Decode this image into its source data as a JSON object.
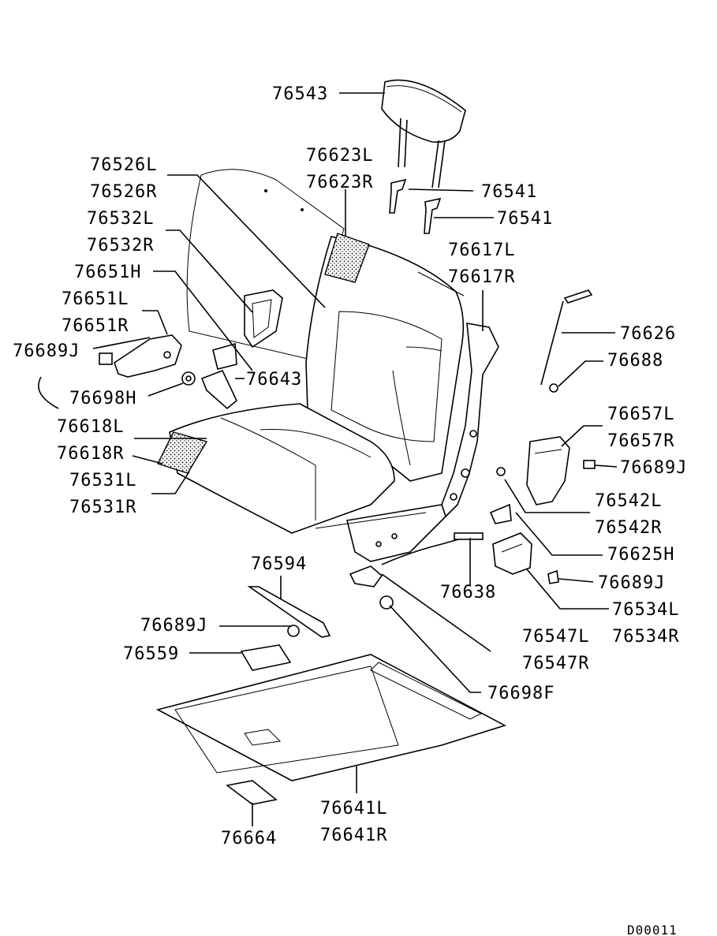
{
  "diagram": {
    "code": "D00011",
    "parts": [
      {
        "id": "p01",
        "label": "76543"
      },
      {
        "id": "p02",
        "label": "76623L"
      },
      {
        "id": "p03",
        "label": "76623R"
      },
      {
        "id": "p04",
        "label": "76541"
      },
      {
        "id": "p05",
        "label": "76541"
      },
      {
        "id": "p06",
        "label": "76526L"
      },
      {
        "id": "p07",
        "label": "76526R"
      },
      {
        "id": "p08",
        "label": "76532L"
      },
      {
        "id": "p09",
        "label": "76532R"
      },
      {
        "id": "p10",
        "label": "76617L"
      },
      {
        "id": "p11",
        "label": "76617R"
      },
      {
        "id": "p12",
        "label": "76651H"
      },
      {
        "id": "p13",
        "label": "76651L"
      },
      {
        "id": "p14",
        "label": "76651R"
      },
      {
        "id": "p15",
        "label": "76626"
      },
      {
        "id": "p16",
        "label": "76689J"
      },
      {
        "id": "p17",
        "label": "76688"
      },
      {
        "id": "p18",
        "label": "76643"
      },
      {
        "id": "p19",
        "label": "76698H"
      },
      {
        "id": "p20",
        "label": "76618L"
      },
      {
        "id": "p21",
        "label": "76618R"
      },
      {
        "id": "p22",
        "label": "76657L"
      },
      {
        "id": "p23",
        "label": "76657R"
      },
      {
        "id": "p24",
        "label": "76689J"
      },
      {
        "id": "p25",
        "label": "76531L"
      },
      {
        "id": "p26",
        "label": "76531R"
      },
      {
        "id": "p27",
        "label": "76542L"
      },
      {
        "id": "p28",
        "label": "76542R"
      },
      {
        "id": "p29",
        "label": "76625H"
      },
      {
        "id": "p30",
        "label": "76594"
      },
      {
        "id": "p31",
        "label": "76689J"
      },
      {
        "id": "p32",
        "label": "76638"
      },
      {
        "id": "p33",
        "label": "76534L"
      },
      {
        "id": "p34",
        "label": "76534R"
      },
      {
        "id": "p35",
        "label": "76689J"
      },
      {
        "id": "p36",
        "label": "76547L"
      },
      {
        "id": "p37",
        "label": "76559"
      },
      {
        "id": "p38",
        "label": "76547R"
      },
      {
        "id": "p39",
        "label": "76698F"
      },
      {
        "id": "p40",
        "label": "76641L"
      },
      {
        "id": "p41",
        "label": "76641R"
      },
      {
        "id": "p42",
        "label": "76664"
      }
    ]
  }
}
